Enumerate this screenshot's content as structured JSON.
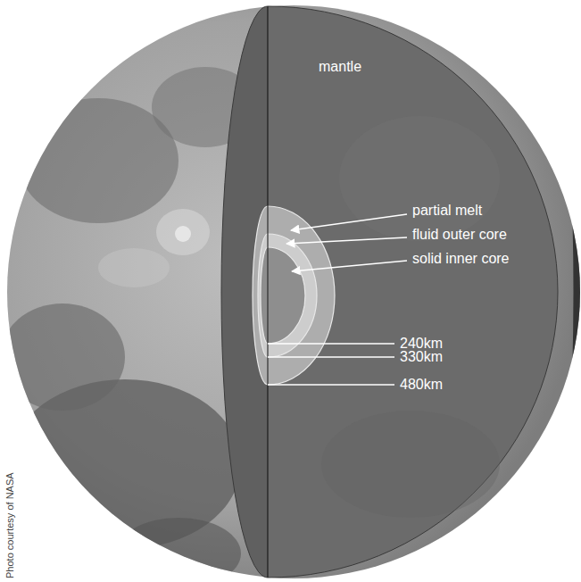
{
  "diagram": {
    "labels": [
      "mantle",
      "partial melt",
      "fluid outer core",
      "solid inner core",
      "240km",
      "330km",
      "480km",
      "Photo courtesy of NASA"
    ]
  }
}
